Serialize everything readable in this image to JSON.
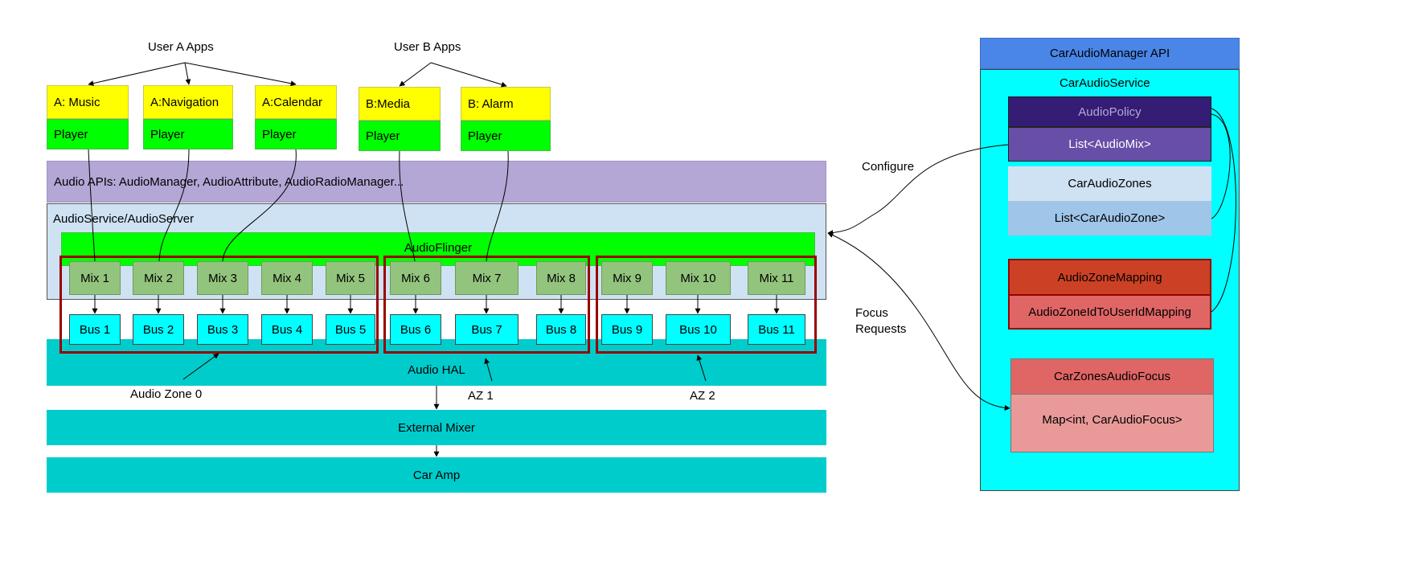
{
  "groups": {
    "user_a": "User A Apps",
    "user_b": "User B Apps"
  },
  "apps": [
    {
      "name": "A: Music",
      "player": "Player"
    },
    {
      "name": "A:Navigation",
      "player": "Player"
    },
    {
      "name": "A:Calendar",
      "player": "Player"
    },
    {
      "name": "B:Media",
      "player": "Player"
    },
    {
      "name": "B: Alarm",
      "player": "Player"
    }
  ],
  "layers": {
    "audio_apis": "Audio APIs: AudioManager, AudioAttribute, AudioRadioManager...",
    "audio_service": "AudioService/AudioServer",
    "audio_flinger": "AudioFlinger",
    "audio_hal": "Audio HAL",
    "external_mixer": "External Mixer",
    "car_amp": "Car Amp"
  },
  "mixes": [
    "Mix 1",
    "Mix 2",
    "Mix 3",
    "Mix 4",
    "Mix 5",
    "Mix 6",
    "Mix 7",
    "Mix 8",
    "Mix 9",
    "Mix 10",
    "Mix 11"
  ],
  "buses": [
    "Bus 1",
    "Bus 2",
    "Bus 3",
    "Bus 4",
    "Bus 5",
    "Bus 6",
    "Bus 7",
    "Bus 8",
    "Bus 9",
    "Bus 10",
    "Bus 11"
  ],
  "zones": {
    "zone0": "Audio Zone 0",
    "az1": "AZ 1",
    "az2": "AZ 2"
  },
  "edges": {
    "configure": "Configure",
    "focus_requests": "Focus\nRequests"
  },
  "car_panel": {
    "api": "CarAudioManager API",
    "service": "CarAudioService",
    "audio_policy": "AudioPolicy",
    "audio_mix_list": "List<AudioMix>",
    "zones": "CarAudioZones",
    "zone_list": "List<CarAudioZone>",
    "zone_mapping": "AudioZoneMapping",
    "zone_user_mapping": "AudioZoneIdToUserIdMapping",
    "zones_focus": "CarZonesAudioFocus",
    "focus_map": "Map<int, CarAudioFocus>"
  },
  "colors": {
    "app": "#ffff00",
    "player": "#00ff00",
    "apis": "#b4a7d6",
    "service": "#cfe2f3",
    "mix": "#93c47d",
    "bus": "#00ffff",
    "hal": "#00cccc",
    "zone_border": "#990000",
    "panel_header": "#4a86e8",
    "panel": "#00ffff"
  }
}
